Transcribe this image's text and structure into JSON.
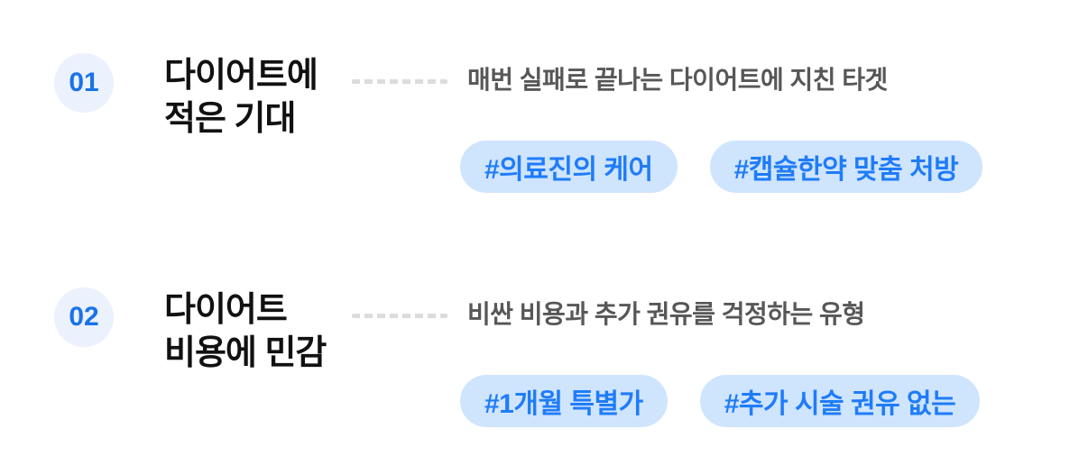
{
  "page": {
    "background": "#ffffff"
  },
  "colors": {
    "badge_bg": "#ebf1fd",
    "badge_text": "#1a73e8",
    "title_text": "#111111",
    "desc_text": "#575757",
    "dash": "#dcdcdc",
    "tag_bg": "#cfe4fd",
    "tag_text": "#1f7cf9"
  },
  "items": [
    {
      "number": "01",
      "title_line1": "다이어트에",
      "title_line2": "적은 기대",
      "description": "매번 실패로 끝나는 다이어트에 지친 타겟",
      "tags": [
        "#의료진의 케어",
        "#캡슐한약 맞춤 처방"
      ]
    },
    {
      "number": "02",
      "title_line1": "다이어트",
      "title_line2": "비용에 민감",
      "description": "비싼 비용과 추가 권유를 걱정하는 유형",
      "tags": [
        "#1개월 특별가",
        "#추가 시술 권유 없는"
      ]
    }
  ]
}
